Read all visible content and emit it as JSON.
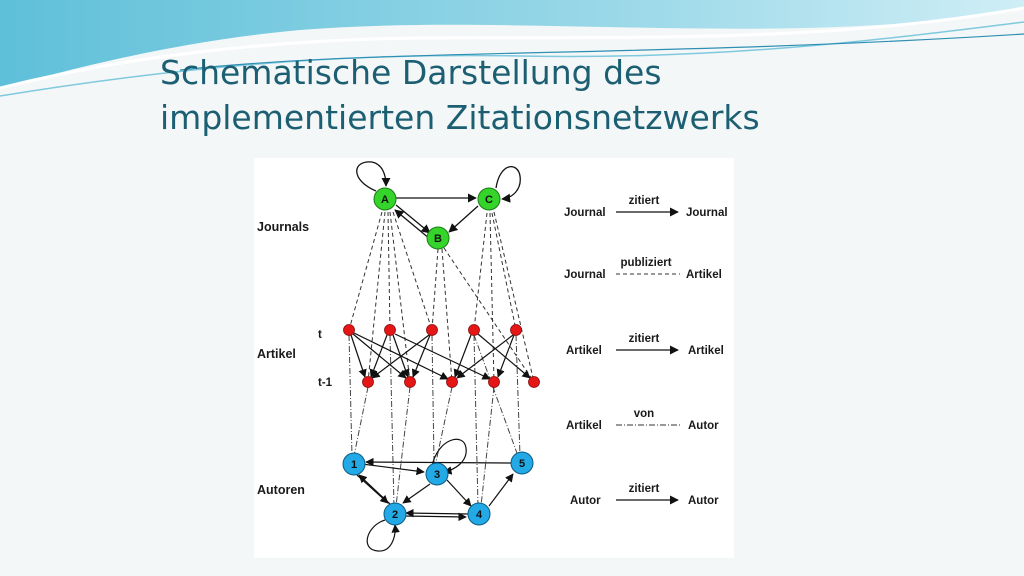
{
  "slide": {
    "title_line1": "Schematische Darstellung des",
    "title_line2": "implementierten Zitationsnetzwerks"
  },
  "diagram": {
    "layers": {
      "journals": "Journals",
      "articles": "Artikel",
      "authors": "Autoren"
    },
    "time_labels": {
      "t": "t",
      "t_minus_1": "t-1"
    },
    "journal_nodes": [
      "A",
      "B",
      "C"
    ],
    "author_nodes": [
      "1",
      "2",
      "3",
      "4",
      "5"
    ],
    "legend": [
      {
        "left": "Journal",
        "relation": "zitiert",
        "right": "Journal",
        "line_style": "solid-arrow"
      },
      {
        "left": "Journal",
        "relation": "publiziert",
        "right": "Artikel",
        "line_style": "dashed"
      },
      {
        "left": "Artikel",
        "relation": "zitiert",
        "right": "Artikel",
        "line_style": "solid-arrow"
      },
      {
        "left": "Artikel",
        "relation": "von",
        "right": "Autor",
        "line_style": "dash-dot"
      },
      {
        "left": "Autor",
        "relation": "zitiert",
        "right": "Autor",
        "line_style": "solid-arrow"
      }
    ],
    "colors": {
      "journal_node": "#35d42a",
      "article_node": "#e51616",
      "author_node": "#22a9e6",
      "title": "#1c5f72"
    }
  }
}
